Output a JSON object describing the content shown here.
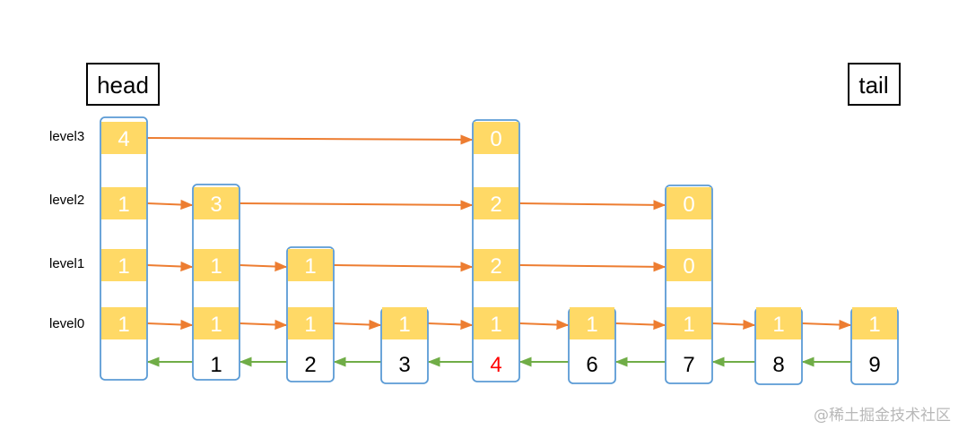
{
  "head_label": "head",
  "tail_label": "tail",
  "level_labels": [
    "level3",
    "level2",
    "level1",
    "level0"
  ],
  "nodes": [
    {
      "key": "",
      "levels": [
        "1",
        "1",
        "1",
        "4"
      ]
    },
    {
      "key": "1",
      "levels": [
        "1",
        "1",
        "3"
      ]
    },
    {
      "key": "2",
      "levels": [
        "1",
        "1"
      ]
    },
    {
      "key": "3",
      "levels": [
        "1"
      ]
    },
    {
      "key": "4",
      "levels": [
        "1",
        "2",
        "2",
        "0"
      ],
      "highlight": true
    },
    {
      "key": "6",
      "levels": [
        "1"
      ]
    },
    {
      "key": "7",
      "levels": [
        "1",
        "0",
        "0"
      ]
    },
    {
      "key": "8",
      "levels": [
        "1"
      ]
    },
    {
      "key": "9",
      "levels": [
        "1"
      ]
    }
  ],
  "colors": {
    "node_border": "#5b9bd5",
    "span_fill": "#ffd966",
    "forward_arrow": "#ed7d31",
    "backward_arrow": "#70ad47",
    "highlight_key": "#ff0000"
  },
  "watermark": "@稀土掘金技术社区"
}
